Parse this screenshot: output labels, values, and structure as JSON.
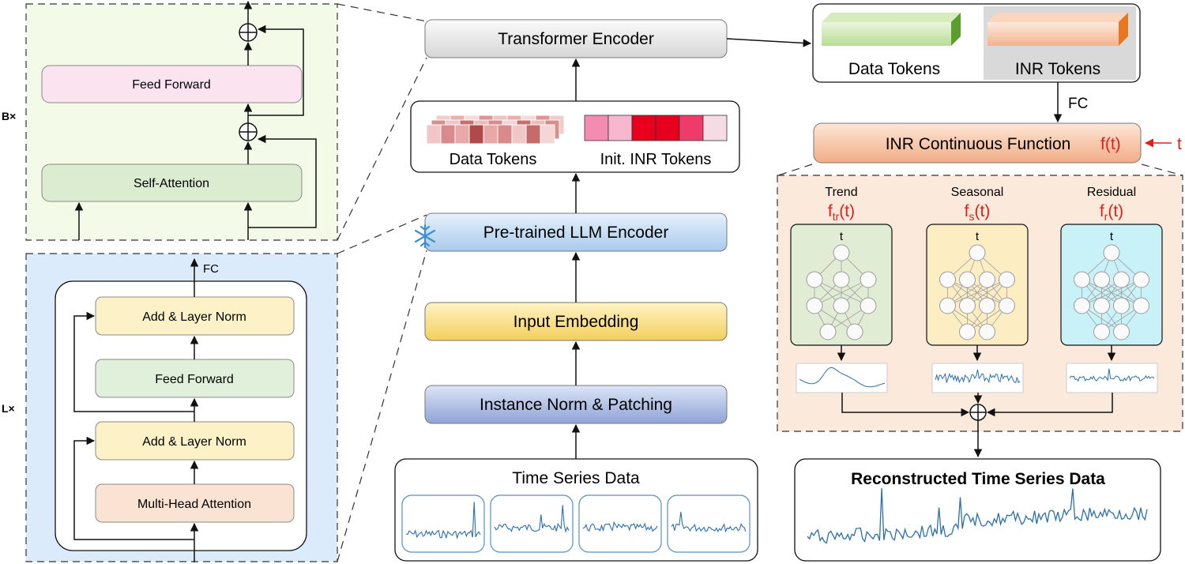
{
  "left": {
    "b_repeat": "B×",
    "l_repeat": "L×",
    "top_block": {
      "feed_forward": "Feed Forward",
      "self_attention": "Self-Attention"
    },
    "bottom_block": {
      "fc": "FC",
      "add_norm_top": "Add & Layer Norm",
      "feed_forward": "Feed Forward",
      "add_norm_bottom": "Add & Layer Norm",
      "multi_head_attention": "Multi-Head Attention"
    }
  },
  "middle": {
    "transformer_encoder": "Transformer Encoder",
    "data_tokens": "Data Tokens",
    "init_inr_tokens": "Init. INR Tokens",
    "llm_encoder": "Pre-trained LLM Encoder",
    "input_embedding": "Input Embedding",
    "instance_norm": "Instance Norm & Patching",
    "time_series_data": "Time Series Data"
  },
  "right": {
    "data_tokens": "Data Tokens",
    "inr_tokens": "INR Tokens",
    "fc": "FC",
    "inr_function": "INR Continuous Function",
    "f_of_t": "f(t)",
    "t_input": "t",
    "branches": [
      {
        "title": "Trend",
        "func": "f",
        "sub": "tr",
        "arg": "(t)",
        "node_t": "t"
      },
      {
        "title": "Seasonal",
        "func": "f",
        "sub": "s",
        "arg": "(t)",
        "node_t": "t"
      },
      {
        "title": "Residual",
        "func": "f",
        "sub": "r",
        "arg": "(t)",
        "node_t": "t"
      }
    ],
    "reconstructed": "Reconstructed Time Series Data"
  },
  "colors": {
    "accent_red": "#e0201a",
    "line_blue": "#2a6fad",
    "green_panel": "#f3fbe8",
    "blue_panel": "#dcebfb",
    "orange_panel": "#fbe9db"
  }
}
